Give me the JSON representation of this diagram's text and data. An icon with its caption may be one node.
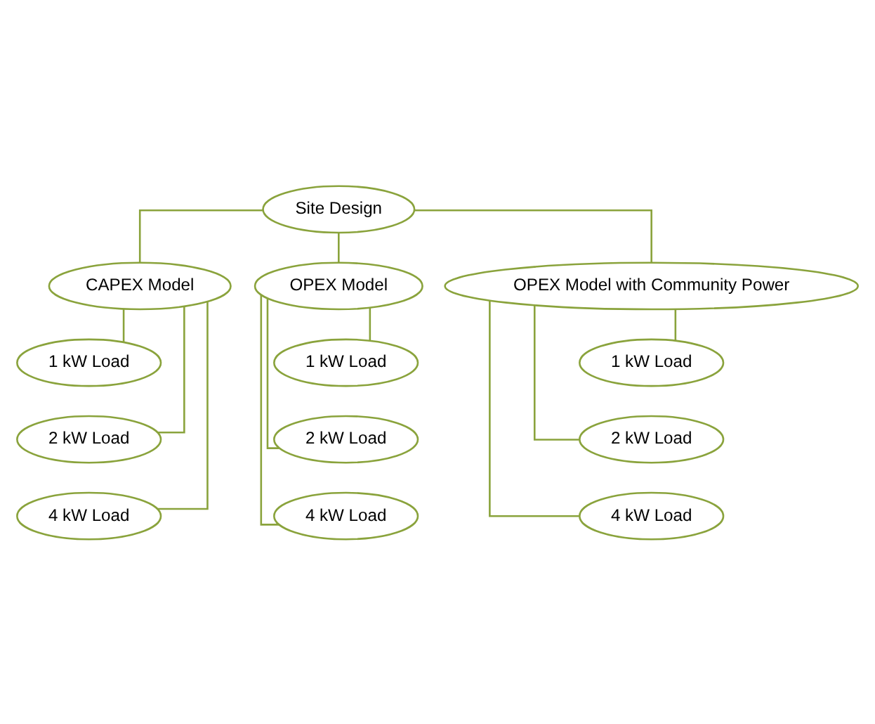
{
  "diagram": {
    "nodes": [
      {
        "text": [
          "Site Design"
        ]
      },
      {
        "text": [
          "CAPEX Model"
        ]
      },
      {
        "text": [
          "OPEX Model"
        ]
      },
      {
        "text": [
          "OPEX Model with Community Power"
        ]
      },
      {
        "text": [
          "1 kW Load"
        ]
      },
      {
        "text": [
          "2 kW Load"
        ]
      },
      {
        "text": [
          "4 kW Load"
        ]
      },
      {
        "text": [
          "1 kW Load"
        ]
      },
      {
        "text": [
          "2 kW Load"
        ]
      },
      {
        "text": [
          "4 kW Load"
        ]
      },
      {
        "text": [
          "1 kW Load"
        ]
      },
      {
        "text": [
          "2 kW Load"
        ]
      },
      {
        "text": [
          "4 kW Load"
        ]
      }
    ],
    "edges": [
      {
        "from": 0,
        "to": 1,
        "arrow": "none"
      },
      {
        "from": 0,
        "to": 2,
        "arrow": "none"
      },
      {
        "from": 0,
        "to": 3,
        "arrow": "none"
      },
      {
        "from": 1,
        "to": 4,
        "arrow": "none"
      },
      {
        "from": 1,
        "to": 5,
        "arrow": "none"
      },
      {
        "from": 1,
        "to": 6,
        "arrow": "none"
      },
      {
        "from": 2,
        "to": 7,
        "arrow": "none"
      },
      {
        "from": 2,
        "to": 8,
        "arrow": "none"
      },
      {
        "from": 2,
        "to": 9,
        "arrow": "none"
      },
      {
        "from": 3,
        "to": 10,
        "arrow": "none"
      },
      {
        "from": 3,
        "to": 11,
        "arrow": "none"
      },
      {
        "from": 3,
        "to": 12,
        "arrow": "none"
      }
    ]
  }
}
